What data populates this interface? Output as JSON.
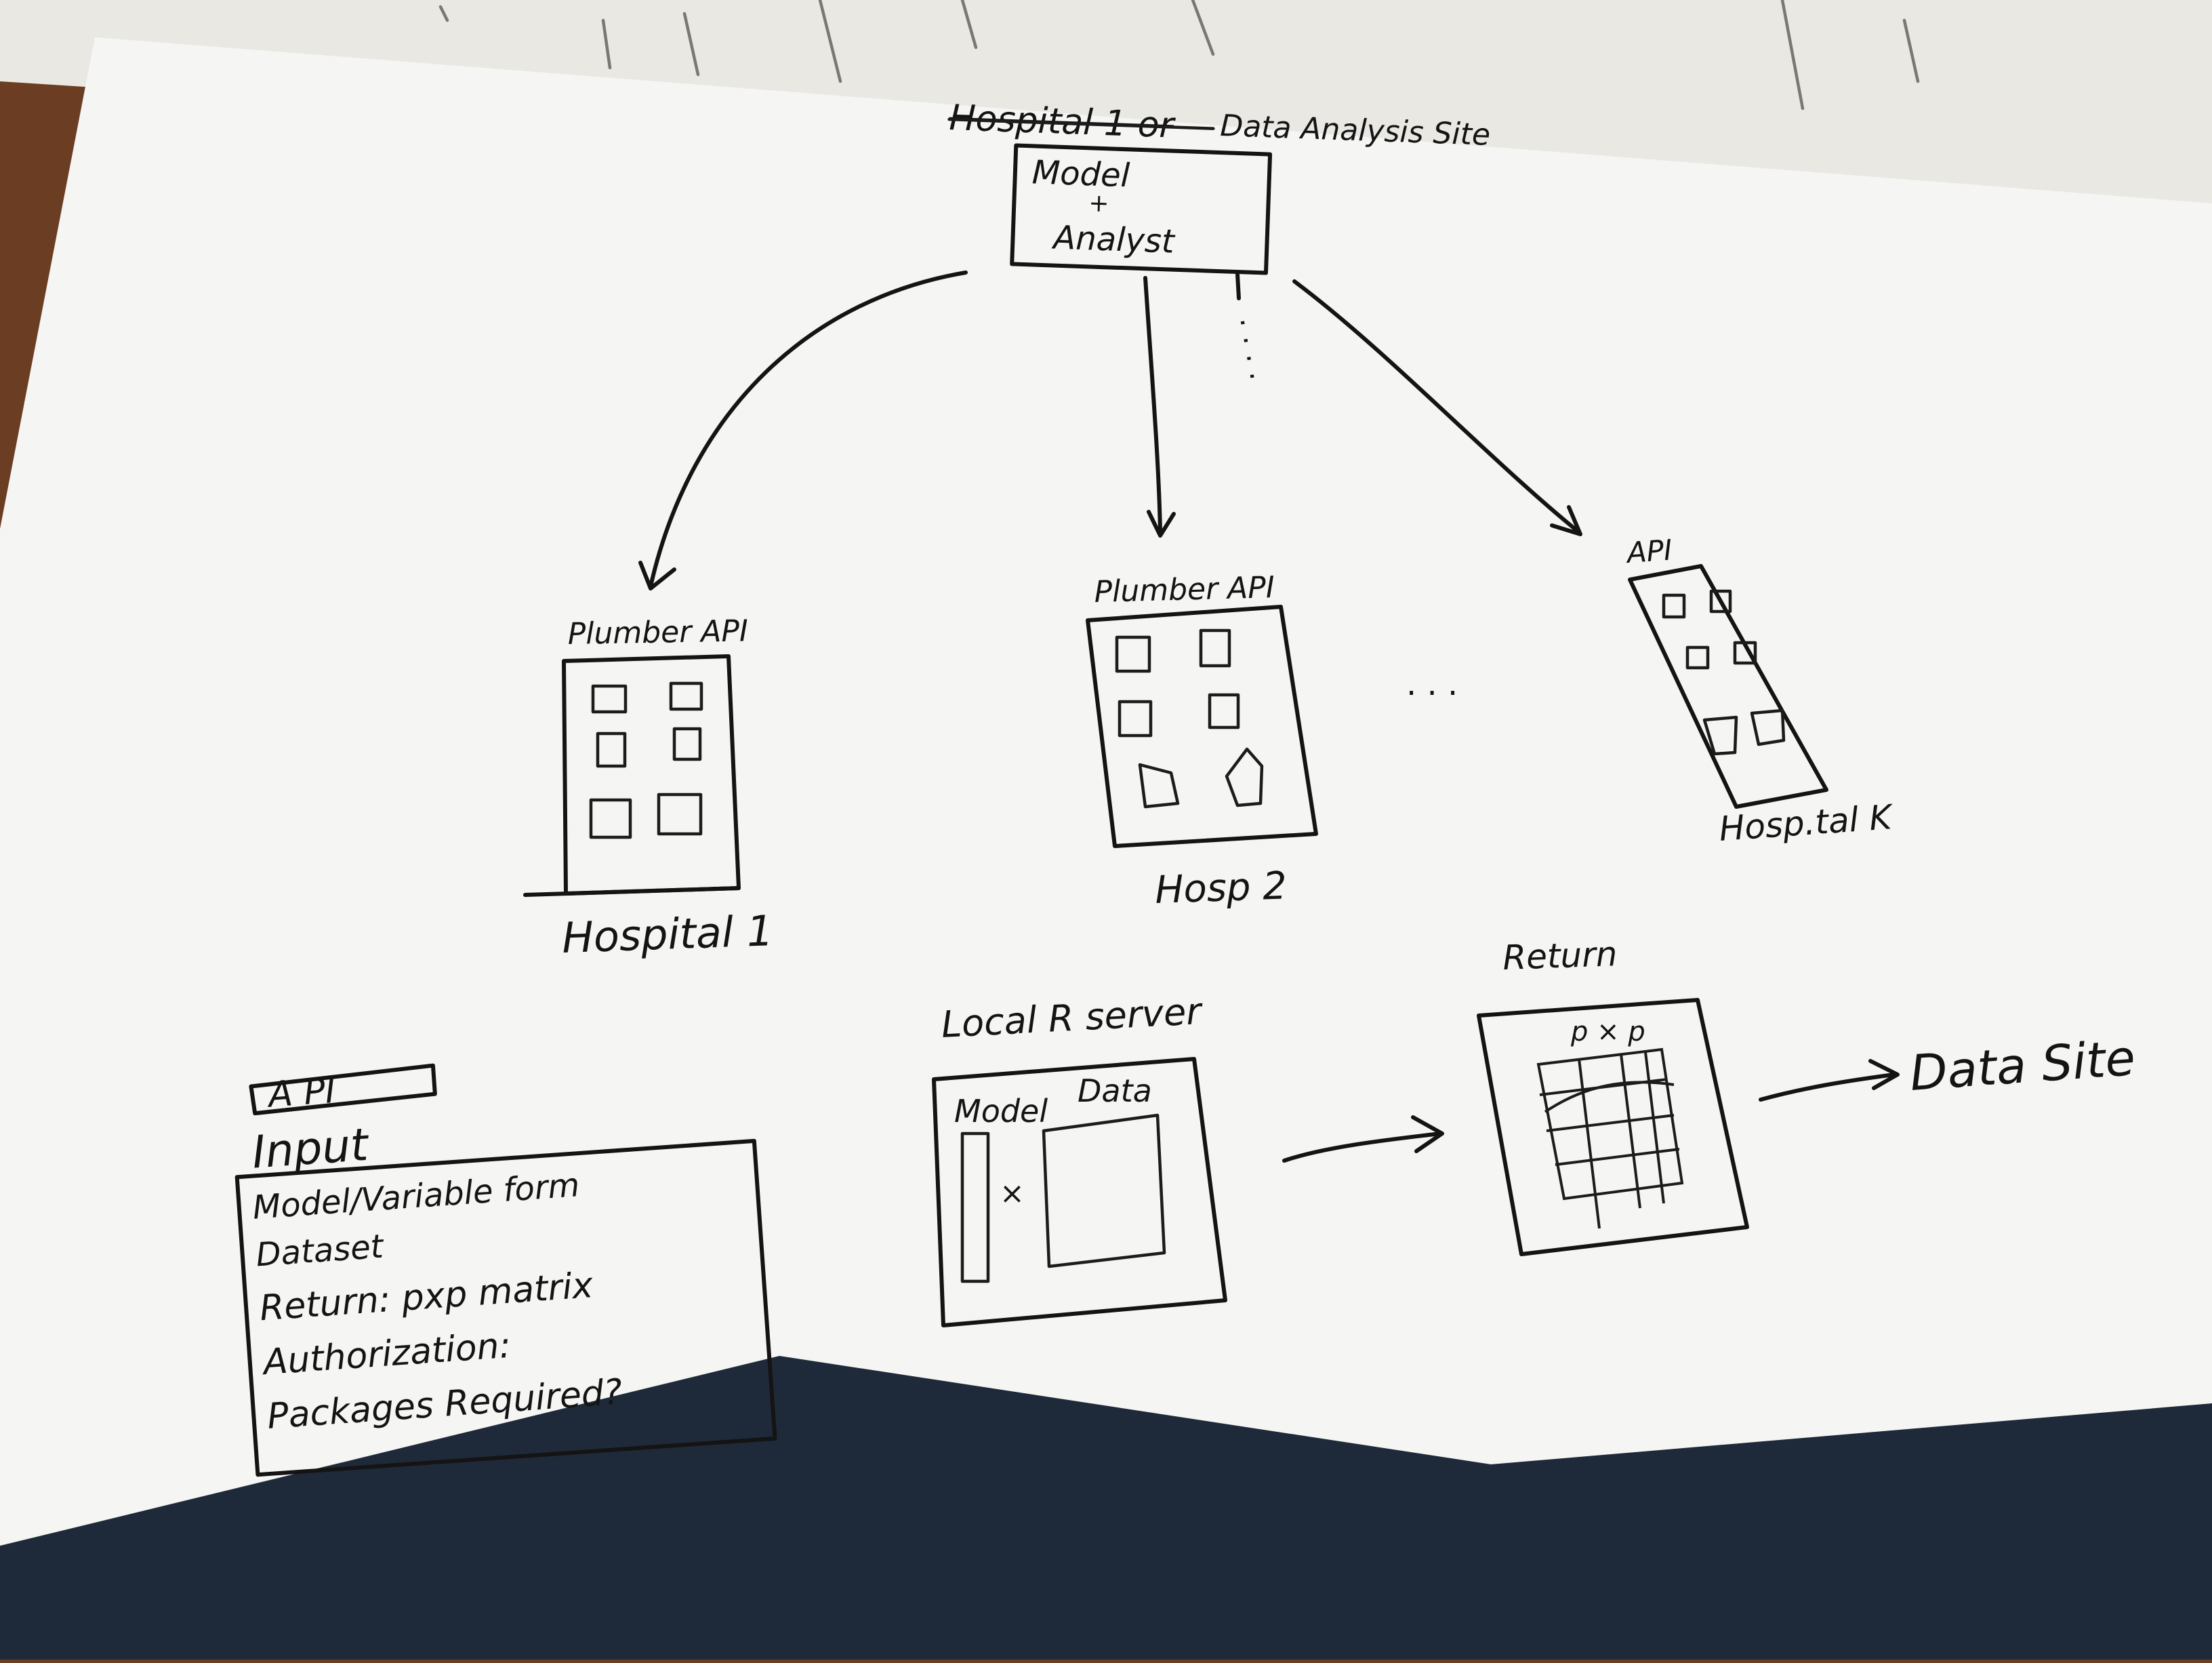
{
  "site": {
    "title_struck": "Hospital 1 or",
    "title": "Data Analysis Site",
    "box_line1": "Model",
    "box_line2": "+",
    "box_line3": "Analyst"
  },
  "hospitals": [
    {
      "api_label": "Plumber API",
      "name": "Hospital 1"
    },
    {
      "api_label": "Plumber API",
      "name": "Hosp 2"
    },
    {
      "api_label": "API",
      "name": "Hosp.tal K"
    }
  ],
  "ellipsis_between": ". . .",
  "ellipsis_vertical": ". . . .",
  "api_box": {
    "title": "A PI",
    "heading": "Input",
    "lines": [
      "Model/Variable form",
      "Dataset",
      "Return: pxp matrix",
      "Authorization:",
      "Packages Required?"
    ]
  },
  "local_server": {
    "title": "Local R server",
    "model_label": "Model",
    "times": "×",
    "data_label": "Data"
  },
  "return_box": {
    "title": "Return",
    "matrix_label": "p × p"
  },
  "destination": "Data Site",
  "colors": {
    "paper": "#f4f4f2",
    "ink": "#141414",
    "table": "#6b3d22",
    "cloth": "#1e2a3a"
  }
}
